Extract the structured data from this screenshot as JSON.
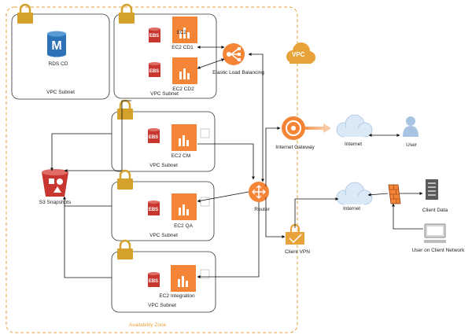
{
  "availability_zone": {
    "label": "Availability Zone"
  },
  "vpc": {
    "label": "VPC"
  },
  "subnets": {
    "label": "VPC Subnet"
  },
  "rds": {
    "label": "RDS CD",
    "glyph": "M"
  },
  "ebs": {
    "label": "EBS"
  },
  "ec2_partial": {
    "label": "EC2"
  },
  "instances": {
    "cd1": "EC2 CD1",
    "cd2": "EC2 CD2",
    "cm": "EC2 CM",
    "qa": "EC2 QA",
    "integration": "EC2 Integration"
  },
  "elb": {
    "label": "Elastic Load Balancing"
  },
  "router": {
    "label": "Router"
  },
  "s3": {
    "label": "S3 Snapshots"
  },
  "internet_gateway": {
    "label": "Internet Gateway"
  },
  "client_vpn": {
    "label": "Client VPN"
  },
  "internet_top": {
    "label": "Internet"
  },
  "internet_bottom": {
    "label": "Internet"
  },
  "user": {
    "label": "User"
  },
  "client_data": {
    "label": "Client Data"
  },
  "client_user": {
    "label": "User on Client Network"
  },
  "colors": {
    "zone_border": "#e8a23a",
    "lock": "#d4a22c",
    "ebs": "#c7372f",
    "ec2": "#f58536",
    "vpc_cloud": "#e8a23a",
    "internet_cloud": "#dbe8f6",
    "user": "#a9c4e3"
  }
}
